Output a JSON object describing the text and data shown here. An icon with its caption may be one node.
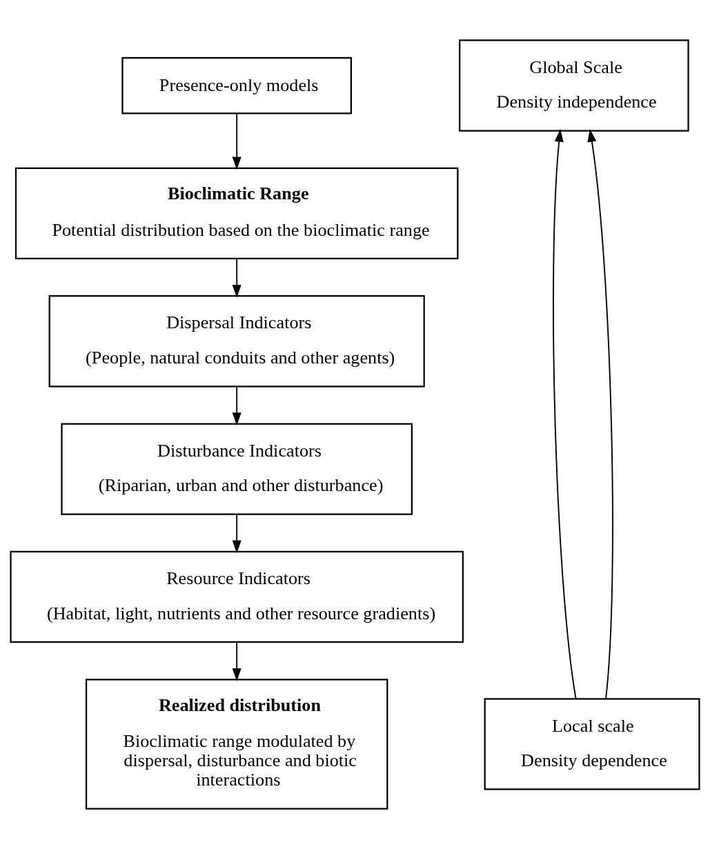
{
  "diagram": {
    "nodes": [
      {
        "text": [
          "Presence-only models"
        ]
      },
      {
        "text": [
          "Bioclimatic Range",
          "Potential distribution based on the bioclimatic range"
        ]
      },
      {
        "text": [
          "Dispersal Indicators",
          "(People, natural conduits and other agents)"
        ]
      },
      {
        "text": [
          "Disturbance Indicators",
          "(Riparian, urban and other disturbance)"
        ]
      },
      {
        "text": [
          "Resource Indicators",
          "(Habitat, light, nutrients and other resource gradients)"
        ]
      },
      {
        "text": [
          "Realized distribution",
          "Bioclimatic range modulated by dispersal, disturbance and biotic interactions"
        ]
      },
      {
        "text": [
          "Global Scale",
          "Density independence"
        ]
      },
      {
        "text": [
          "Local scale",
          "Density dependence"
        ]
      }
    ],
    "edges": [
      {
        "from": 0,
        "to": 1,
        "arrow": "to"
      },
      {
        "from": 1,
        "to": 2,
        "arrow": "to"
      },
      {
        "from": 2,
        "to": 3,
        "arrow": "to"
      },
      {
        "from": 3,
        "to": 4,
        "arrow": "to"
      },
      {
        "from": 4,
        "to": 5,
        "arrow": "to"
      },
      {
        "from": 7,
        "to": 6,
        "arrow": "to"
      },
      {
        "from": 7,
        "to": 6,
        "arrow": "to"
      }
    ]
  }
}
